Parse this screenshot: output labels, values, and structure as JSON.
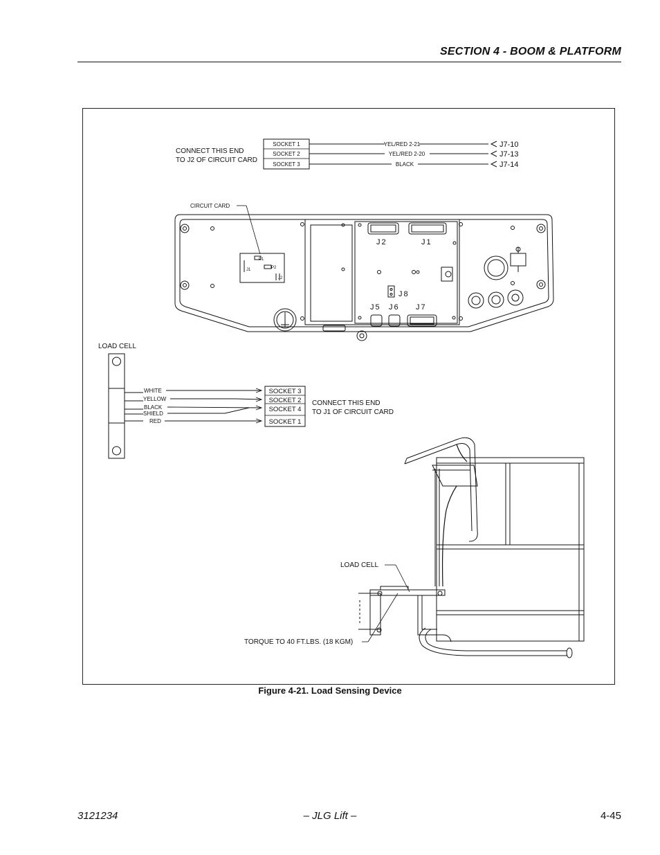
{
  "header": {
    "section_title": "SECTION 4 - BOOM & PLATFORM"
  },
  "figure": {
    "caption": "Figure 4-21.  Load Sensing Device",
    "j2_connector": {
      "note_line1": "CONNECT THIS END",
      "note_line2": "TO J2 OF CIRCUIT CARD",
      "sockets": [
        "SOCKET 1",
        "SOCKET 2",
        "SOCKET 3"
      ],
      "wires": [
        "YEL/RED 2-21",
        "YEL/RED 2-20",
        "BLACK"
      ],
      "pins": [
        "J7-10",
        "J7-13",
        "J7-14"
      ]
    },
    "panel": {
      "circuit_card_label": "CIRCUIT CARD",
      "p1_label": "P1",
      "p2_label": "P2",
      "j1_small": "J1",
      "j2_small": "J2",
      "connector_labels": {
        "j1": "J1",
        "j2": "J2",
        "j5": "J5",
        "j6": "J6",
        "j7": "J7",
        "j8": "J8"
      }
    },
    "load_cell_wiring": {
      "title": "LOAD CELL",
      "wires": [
        "WHITE",
        "YELLOW",
        "BLACK",
        "SHIELD",
        "RED"
      ],
      "sockets": [
        "SOCKET 3",
        "SOCKET 2",
        "SOCKET 4",
        "SOCKET 1"
      ],
      "note_line1": "CONNECT THIS END",
      "note_line2": "TO J1 OF CIRCUIT CARD"
    },
    "platform": {
      "load_cell_label": "LOAD CELL",
      "torque_label": "TORQUE TO 40 FT.LBS. (18 KGM)"
    }
  },
  "footer": {
    "doc_number": "3121234",
    "center": "– JLG Lift –",
    "page": "4-45"
  }
}
